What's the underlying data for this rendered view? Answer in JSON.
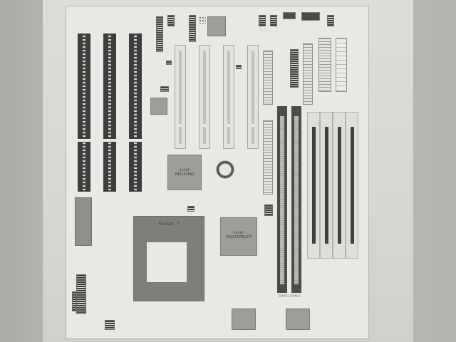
{
  "page": {
    "title": "Motherboard layout diagram",
    "background_color": "#b8b9b4",
    "board_color": "#e8e9e4"
  },
  "labels": {
    "north_bridge": "intel\nP82C438AO",
    "south_bridge": "intel\nP82C437RA/D7",
    "cpu_socket": "Socket 7",
    "bios": "",
    "battery": "",
    "chip_small_left": "",
    "chip_bottom_left": "",
    "chip_bottom_right": ""
  },
  "slots": {
    "isa_count": 3,
    "pci_count": 4,
    "dimm_count": 2,
    "simm_count": 4,
    "ide_count": 2
  },
  "colors": {
    "isa_slot": "#3c3d3c",
    "pci_slot": "#e1e2dd",
    "chip": "#9d9e99",
    "socket": "#7e7f7a",
    "dimm": "#4b4c4a"
  }
}
